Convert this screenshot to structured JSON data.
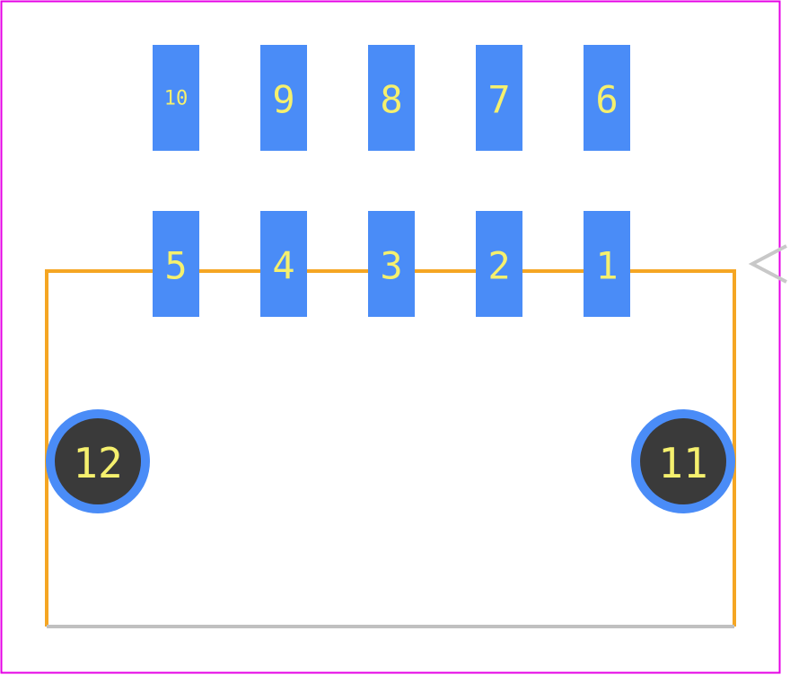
{
  "colors": {
    "background": "#ffffff",
    "board_outline": "#e600e6",
    "silkscreen": "#f5a623",
    "silkscreen_bottom": "#c0c0c0",
    "pad": "#4a8cf7",
    "hole": "#3a3a3a",
    "label": "#f5f06e",
    "pin1_marker": "#c8c8c8"
  },
  "pads": {
    "top_row": [
      "10",
      "9",
      "8",
      "7",
      "6"
    ],
    "bottom_row": [
      "5",
      "4",
      "3",
      "2",
      "1"
    ],
    "mounting_holes": [
      "12",
      "11"
    ]
  }
}
